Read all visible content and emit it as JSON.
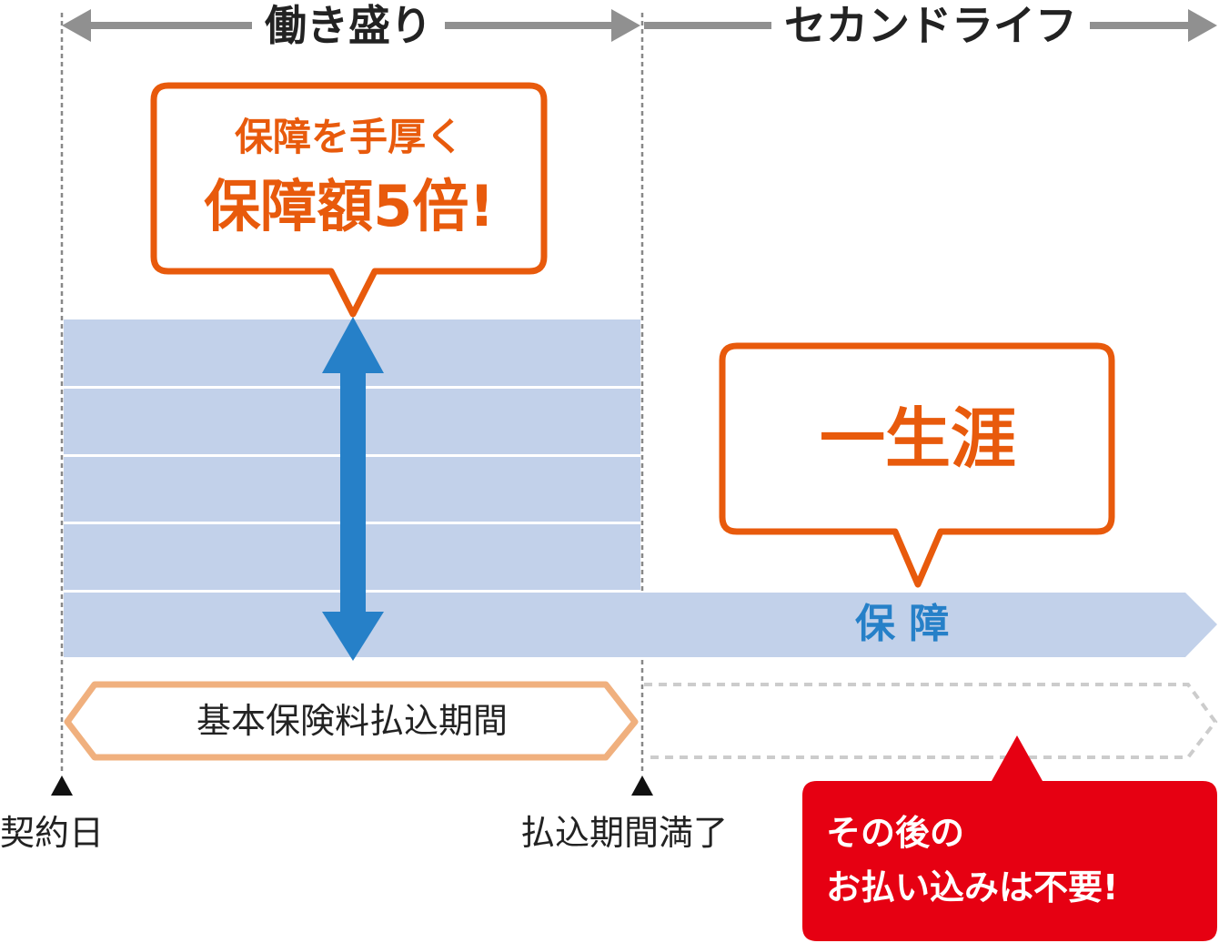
{
  "phases": {
    "working": "働き盛り",
    "second_life": "セカンドライフ"
  },
  "callout_high": {
    "line1": "保障を手厚く",
    "line2": "保障額5倍!"
  },
  "callout_lifetime": "一生涯",
  "coverage_label": "保 障",
  "premium_period": "基本保険料払込期間",
  "timeline": {
    "start": "契約日",
    "end_of_payment": "払込期間満了"
  },
  "note": {
    "line1": "その後の",
    "line2": "お払い込みは不要!"
  },
  "colors": {
    "band": "#c2d1ea",
    "arrow": "#2680c8",
    "orange": "#e85a0c",
    "period_border": "#f0b07e",
    "note_bg": "#e60012"
  }
}
